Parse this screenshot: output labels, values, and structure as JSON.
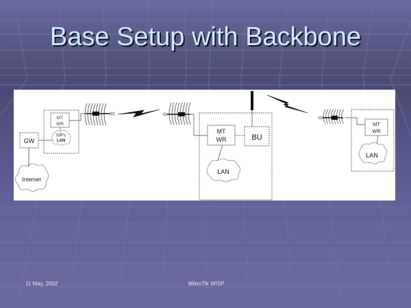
{
  "slide": {
    "title": "Base Setup with Backbone",
    "footer": {
      "date": "11 May, 2002",
      "center": "MikroTik WISP"
    }
  },
  "diagram": {
    "nodes": {
      "gateway": {
        "label": "GW"
      },
      "internet": {
        "label": "Internet"
      },
      "isp_router": {
        "label_line1": "MT",
        "label_line2": "WR"
      },
      "isp_lan": {
        "label_line1": "ISP's",
        "label_line2": "LAN"
      },
      "backbone_router": {
        "label_line1": "MT",
        "label_line2": "WR"
      },
      "backbone_unit": {
        "label": "BU"
      },
      "backbone_lan": {
        "label": "LAN"
      },
      "client_router": {
        "label_line1": "MT",
        "label_line2": "WR"
      },
      "client_lan": {
        "label": "LAN"
      }
    },
    "links": [
      {
        "from": "internet",
        "to": "gateway",
        "type": "wired"
      },
      {
        "from": "gateway",
        "to": "isp_lan",
        "type": "wired"
      },
      {
        "from": "isp_lan",
        "to": "isp_router",
        "type": "wired"
      },
      {
        "from": "isp_router",
        "to": "antenna-isp",
        "type": "wired"
      },
      {
        "from": "antenna-isp",
        "to": "antenna-backbone",
        "type": "wireless"
      },
      {
        "from": "antenna-backbone",
        "to": "backbone_router",
        "type": "wired"
      },
      {
        "from": "backbone_router",
        "to": "backbone_unit",
        "type": "wired"
      },
      {
        "from": "backbone_router",
        "to": "backbone_lan",
        "type": "wired"
      },
      {
        "from": "backbone_unit",
        "to": "omni-antenna",
        "type": "wired"
      },
      {
        "from": "omni-antenna",
        "to": "antenna-client",
        "type": "wireless"
      },
      {
        "from": "antenna-client",
        "to": "client_router",
        "type": "wired"
      },
      {
        "from": "client_router",
        "to": "client_lan",
        "type": "wired"
      }
    ]
  },
  "colors": {
    "title": "#cfeaff",
    "footer": "#e8e8f4",
    "panel": "#ffffff",
    "line": "#333333",
    "box_border": "#6b6b50"
  }
}
